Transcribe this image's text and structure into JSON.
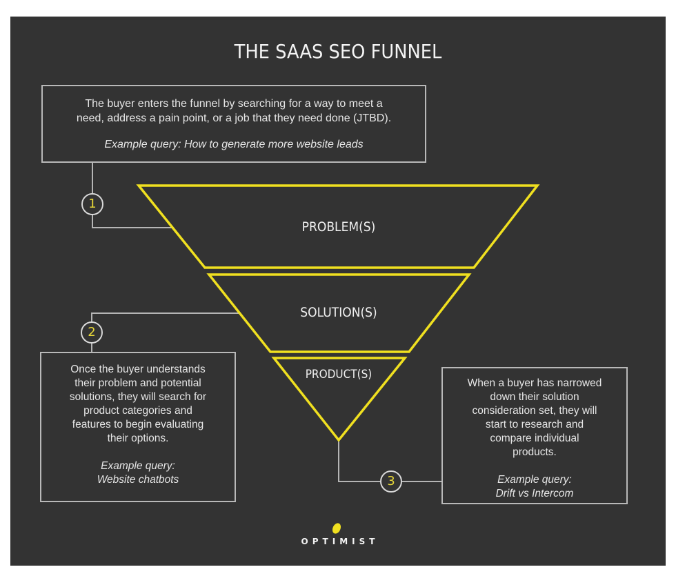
{
  "title": "THE SAAS SEO FUNNEL",
  "colors": {
    "background": "#333333",
    "accent_yellow": "#f0e020",
    "box_border": "#b9b9b9",
    "text": "#e6e6e6"
  },
  "funnel": {
    "stages": [
      {
        "label": "PROBLEM(S)"
      },
      {
        "label": "SOLUTION(S)"
      },
      {
        "label": "PRODUCT(S)"
      }
    ]
  },
  "steps": [
    {
      "number": "1",
      "description_lines": [
        "The buyer enters the funnel by searching for a way to meet a",
        "need, address a pain point, or a job that they need done (JTBD)."
      ],
      "example": "Example query: How to generate more website leads"
    },
    {
      "number": "2",
      "description_lines": [
        "Once the buyer understands",
        "their problem and potential",
        "solutions, they will search for",
        "product categories and",
        "features to begin evaluating",
        "their options."
      ],
      "example_lines": [
        "Example query:",
        "Website chatbots"
      ]
    },
    {
      "number": "3",
      "description_lines": [
        "When a buyer has narrowed",
        "down their solution",
        "consideration set, they will",
        "start to research and",
        "compare individual",
        "products."
      ],
      "example_lines": [
        "Example query:",
        "Drift vs Intercom"
      ]
    }
  ],
  "footer": {
    "logo_icon": "lemon-icon",
    "brand": "OPTIMIST"
  }
}
